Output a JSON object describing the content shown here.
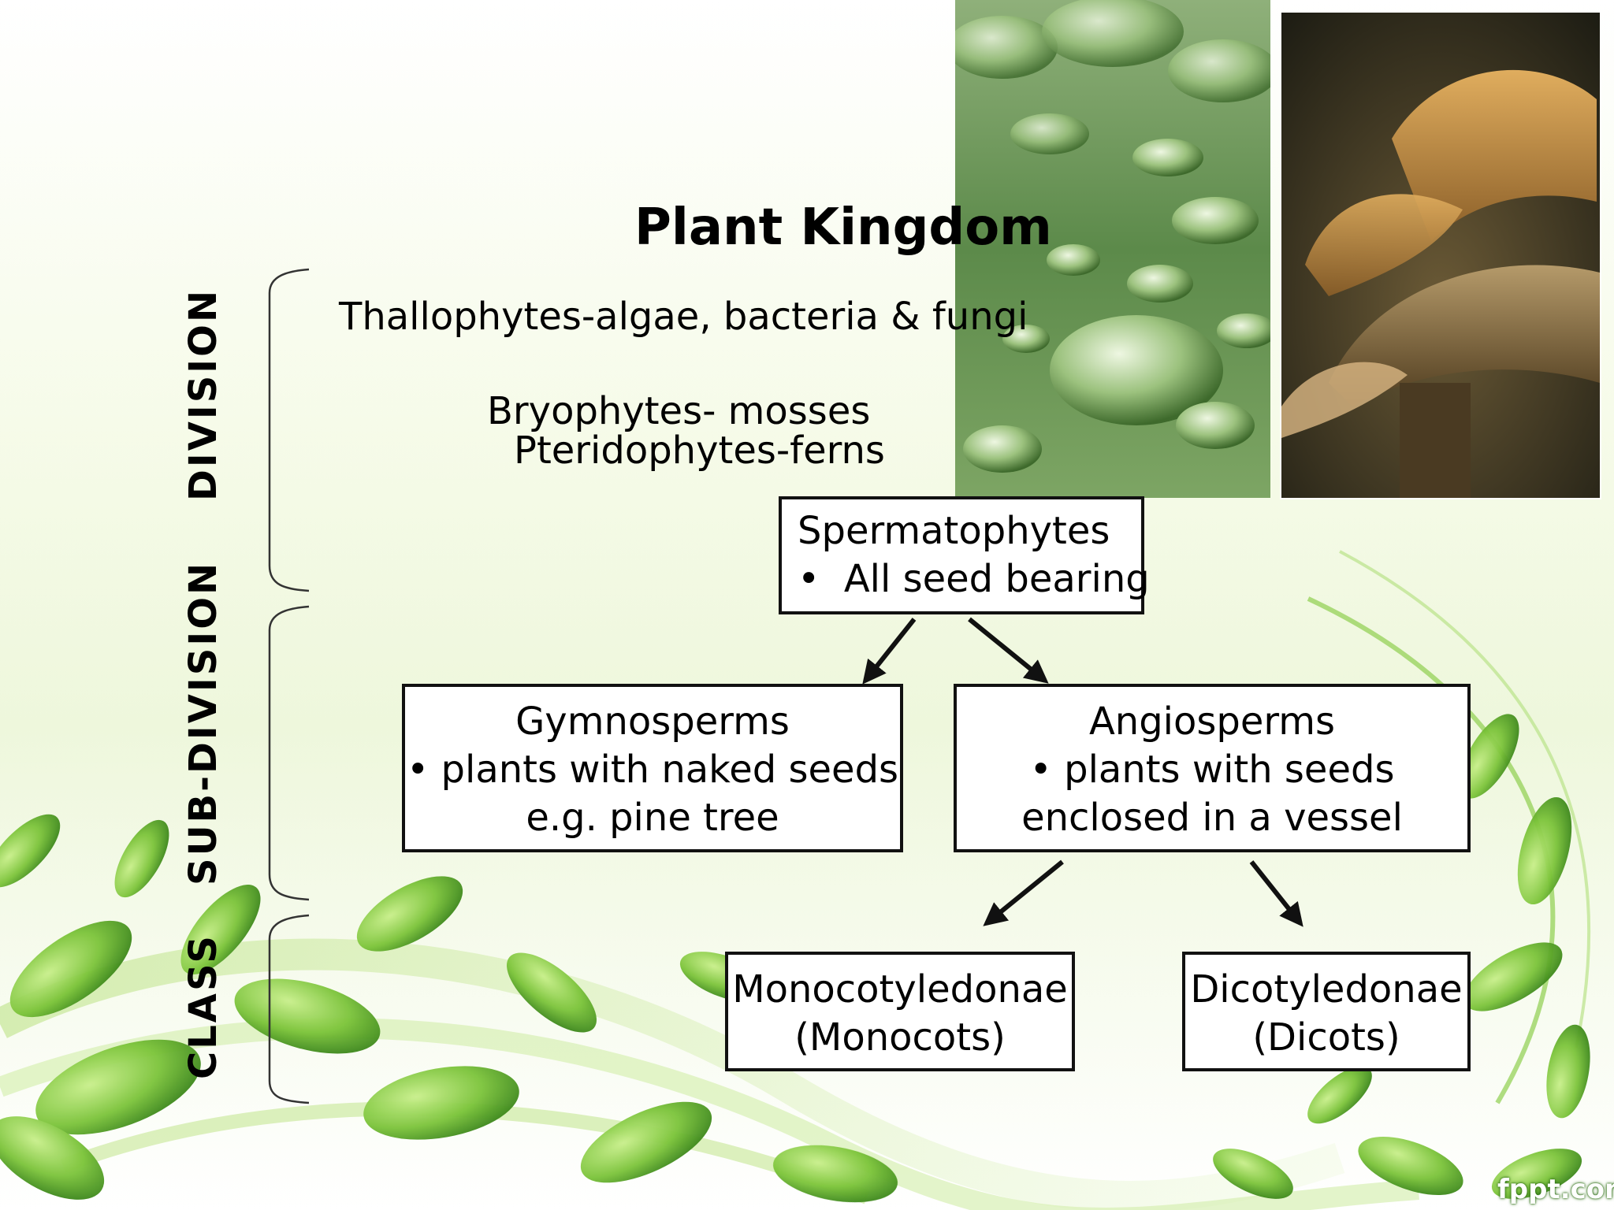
{
  "slide": {
    "title": "Plant Kingdom",
    "colors": {
      "leaf_green": "#7cc43a",
      "dark_green": "#3f8a1c",
      "box_border": "#111111"
    }
  },
  "levels": {
    "division": "DIVISION",
    "sub_division": "SUB-DIVISION",
    "class": "CLASS"
  },
  "division_items": {
    "thallophytes": "Thallophytes-algae, bacteria & fungi",
    "bryophytes": "Bryophytes- mosses",
    "pteridophytes": "Pteridophytes-ferns"
  },
  "nodes": {
    "spermatophytes": {
      "name": "Spermatophytes",
      "note": "All seed bearing"
    },
    "gymnosperms": {
      "name": "Gymnosperms",
      "note": "plants with naked seeds",
      "example": "e.g. pine tree"
    },
    "angiosperms": {
      "name": "Angiosperms",
      "note": "plants with seeds",
      "note2": "enclosed in a vessel"
    },
    "monocots": {
      "name": "Monocotyledonae",
      "abbr": "(Monocots)"
    },
    "dicots": {
      "name": "Dicotyledonae",
      "abbr": "(Dicots)"
    }
  },
  "photos": {
    "algae": "algae-colonies-photo",
    "fungi": "mushroom-photo"
  },
  "watermark": "fppt.com"
}
